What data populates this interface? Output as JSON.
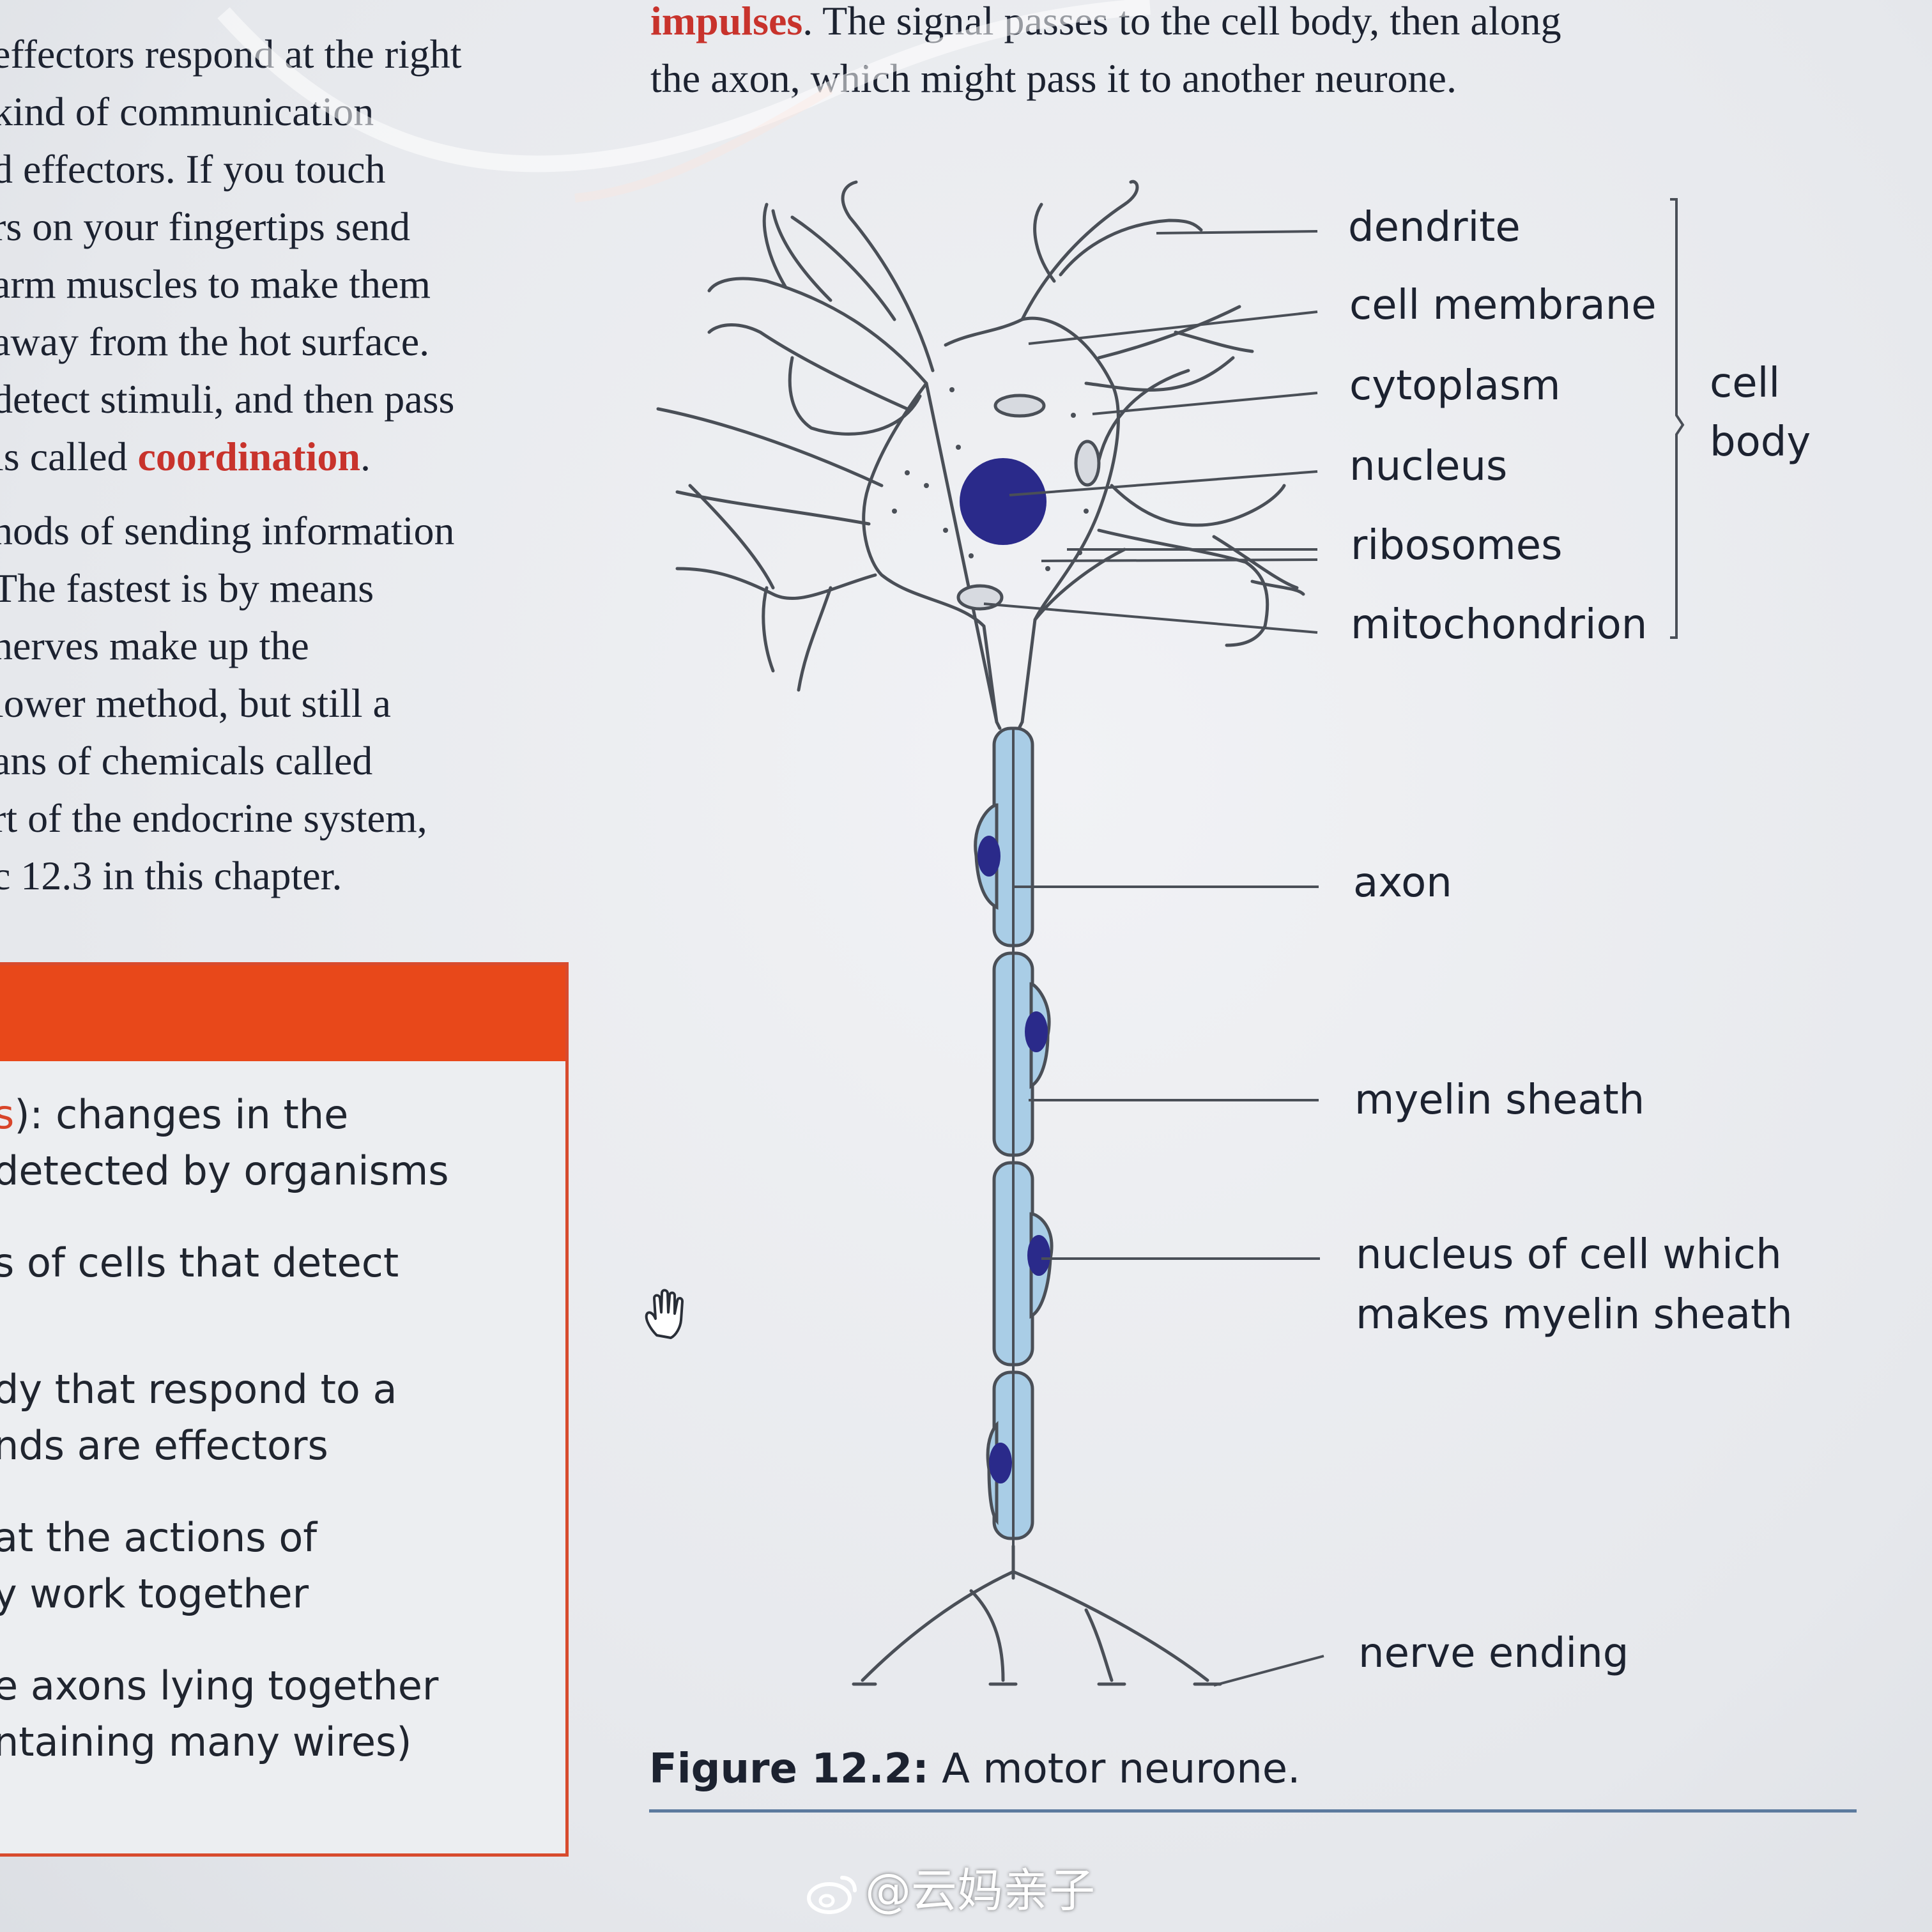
{
  "left_column": {
    "lines": [
      "effectors respond at the right",
      " kind of communication",
      "d effectors. If you touch",
      "rs on your fingertips send",
      " arm muscles to make them",
      "away from the hot surface.",
      "detect stimuli, and then pass",
      "is called "
    ],
    "highlight_word": "coordination",
    "highlight_tail": ".",
    "lines2": [
      "nods of sending information",
      "The fastest is by means",
      " nerves make up the",
      "lower method, but still a",
      "ans of chemicals called",
      "rt of the endocrine system,",
      "c 12.3 in this chapter."
    ]
  },
  "right_intro": {
    "highlight_word": "impulses",
    "line1_tail": ". The signal passes to the cell body, then along",
    "line2": "the axon, which might pass it to another neurone."
  },
  "keybox": {
    "line1_prefix": "s",
    "line1_tail": "):  changes in the",
    "line2": "detected by organisms",
    "line3": "s of cells that detect",
    "line4": "dy that respond to a",
    "line5": "nds are effectors",
    "line6": "at the actions of",
    "line7": "y work together",
    "line8": "e axons lying together",
    "line9": "ntaining many wires)"
  },
  "diagram": {
    "labels": {
      "dendrite": "dendrite",
      "cell_membrane": "cell membrane",
      "cytoplasm": "cytoplasm",
      "nucleus": "nucleus",
      "ribosomes": "ribosomes",
      "mitochondrion": "mitochondrion",
      "cell_body_1": "cell",
      "cell_body_2": "body",
      "axon": "axon",
      "myelin_sheath": "myelin sheath",
      "schwann_1": "nucleus of cell which",
      "schwann_2": "makes myelin sheath",
      "nerve_ending": "nerve ending"
    },
    "colors": {
      "nucleus": "#2a2a8a",
      "myelin": "#a9cde6",
      "outline": "#4a4f57"
    }
  },
  "caption": {
    "bold": "Figure 12.2:",
    "text": " A motor neurone."
  },
  "watermark": "@云妈亲子"
}
